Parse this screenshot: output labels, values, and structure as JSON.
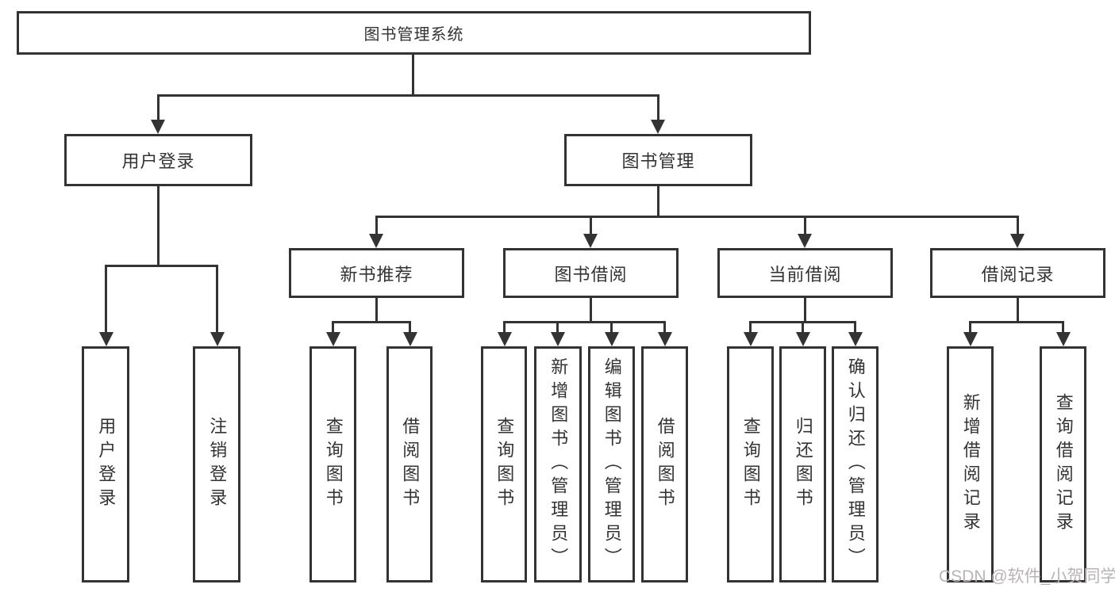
{
  "tree": {
    "root": {
      "label": "图书管理系统",
      "children": [
        {
          "label": "用户登录",
          "children": [
            {
              "label": "用户登录"
            },
            {
              "label": "注销登录"
            }
          ]
        },
        {
          "label": "图书管理",
          "children": [
            {
              "label": "新书推荐",
              "children": [
                {
                  "label": "查询图书"
                },
                {
                  "label": "借阅图书"
                }
              ]
            },
            {
              "label": "图书借阅",
              "children": [
                {
                  "label": "查询图书"
                },
                {
                  "label": "新增图书（管理员）"
                },
                {
                  "label": "编辑图书（管理员）"
                },
                {
                  "label": "借阅图书"
                }
              ]
            },
            {
              "label": "当前借阅",
              "children": [
                {
                  "label": "查询图书"
                },
                {
                  "label": "归还图书"
                },
                {
                  "label": "确认归还（管理员）"
                }
              ]
            },
            {
              "label": "借阅记录",
              "children": [
                {
                  "label": "新增借阅记录"
                },
                {
                  "label": "查询借阅记录"
                }
              ]
            }
          ]
        }
      ]
    }
  },
  "watermark": {
    "text": "CSDN @软件_小贺同学"
  },
  "colors": {
    "line": "#333333",
    "text": "#333333",
    "watermark": "#b9b4b4",
    "background": "#ffffff"
  }
}
